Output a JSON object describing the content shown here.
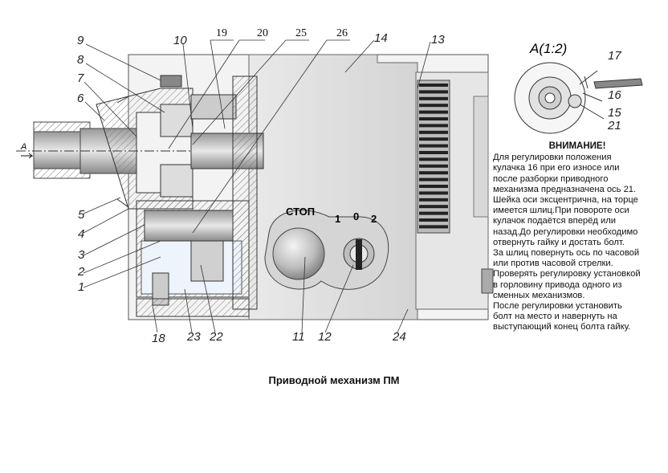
{
  "diagram": {
    "caption": "Приводной механизм ПМ",
    "panel_labels": {
      "stop": "СТОП",
      "pos1": "1",
      "pos0": "0",
      "pos2": "2"
    },
    "axis_marker": "A",
    "callouts_left": [
      "9",
      "8",
      "7",
      "6",
      "5",
      "4",
      "3",
      "2",
      "1"
    ],
    "callouts_top": [
      "10",
      "19",
      "20",
      "25",
      "26",
      "14",
      "13"
    ],
    "callouts_bottom": [
      "18",
      "23",
      "22",
      "11",
      "12",
      "24"
    ],
    "detail": {
      "title": "A(1:2)",
      "labels": [
        "17",
        "16",
        "15",
        "21"
      ]
    },
    "warning": {
      "title": "ВНИМАНИЕ!",
      "lines": [
        "Для регулировки положения",
        "кулачка 16 при его износе или",
        "после разборки приводного",
        "механизма предназначена ось 21.",
        "Шейка оси эксцентрична, на торце",
        "имеется шлиц.При повороте оси",
        "кулачок подаётся вперёд или",
        "назад.До регулировки необходимо",
        "отвернуть гайку и достать болт.",
        "За шлиц повернуть ось по часовой",
        "или против часовой стрелки.",
        "Проверять регулировку установкой",
        "в горловину привода одного из",
        "сменных механизмов.",
        "После регулировки установить",
        "болт на место и навернуть на",
        "выступающий конец болта гайку."
      ]
    }
  }
}
